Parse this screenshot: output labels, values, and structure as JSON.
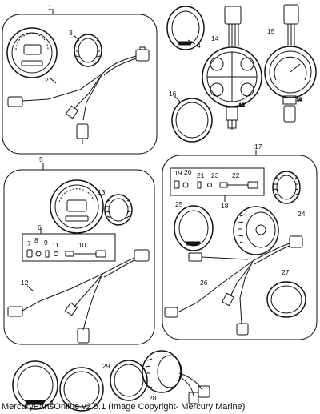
{
  "callouts": {
    "n1": "1",
    "n2": "2",
    "n3": "3",
    "n4a": "4",
    "n4b": "4",
    "n5": "5",
    "n6": "6",
    "n7": "7",
    "n8": "8",
    "n9": "9",
    "n10": "10",
    "n11": "11",
    "n12": "12",
    "n13": "13",
    "n14": "14",
    "n15": "15",
    "n16": "16",
    "n17": "17",
    "n18": "18",
    "n19": "19",
    "n20": "20",
    "n21": "21",
    "n22": "22",
    "n23": "23",
    "n24": "24",
    "n25": "25",
    "n26": "26",
    "n27": "27",
    "n28": "28",
    "n29": "29"
  },
  "footer": {
    "copyright": "MercuryPartsOnline v2.5.1 (Image Copyright- Mercury Marine)"
  }
}
